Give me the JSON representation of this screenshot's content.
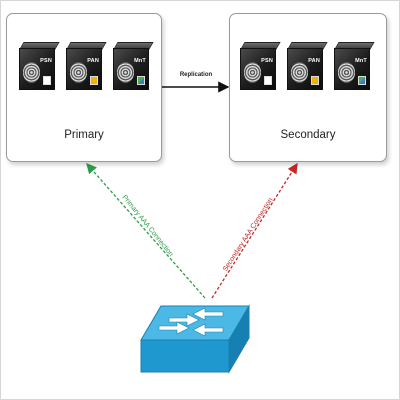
{
  "sites": {
    "primary": {
      "label": "Primary",
      "nodes": [
        {
          "label": "PSN",
          "icon": "fingerprint-server-icon",
          "badge": "document"
        },
        {
          "label": "PAN",
          "icon": "fingerprint-server-icon",
          "badge": "yellow-folder"
        },
        {
          "label": "MnT",
          "icon": "fingerprint-server-icon",
          "badge": "chart"
        }
      ]
    },
    "secondary": {
      "label": "Secondary",
      "nodes": [
        {
          "label": "PSN",
          "icon": "fingerprint-server-icon",
          "badge": "document"
        },
        {
          "label": "PAN",
          "icon": "fingerprint-server-icon",
          "badge": "yellow-folder"
        },
        {
          "label": "MnT",
          "icon": "fingerprint-server-icon",
          "badge": "chart"
        }
      ]
    }
  },
  "replication": {
    "label": "Replication"
  },
  "connections": {
    "primary": {
      "label": "Primary AAA Connection",
      "color": "#2e9d4a"
    },
    "secondary": {
      "label": "Secondary AAA Connection",
      "color": "#c62828"
    }
  },
  "network_device": {
    "icon": "network-switch-icon",
    "color": "#2aa3d8"
  }
}
